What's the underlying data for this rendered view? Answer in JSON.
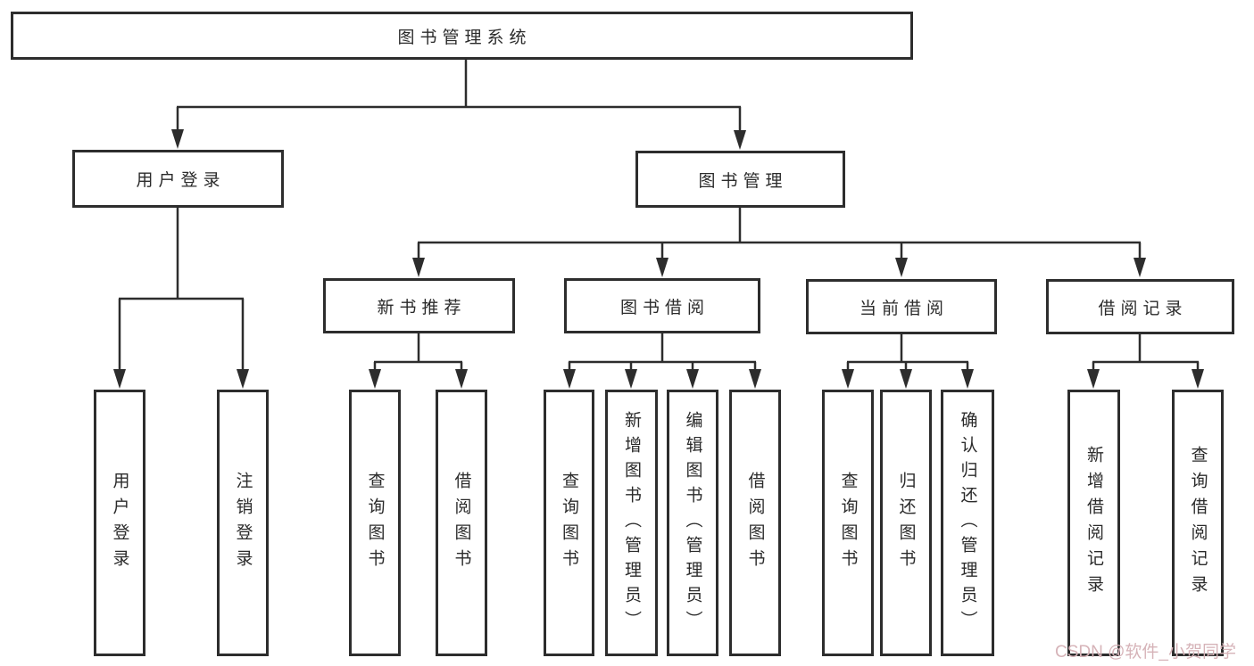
{
  "diagram": {
    "title_node": "图书管理系统",
    "nodes": {
      "user_login": "用户登录",
      "book_management": "图书管理",
      "new_book_recommend": "新书推荐",
      "book_borrowing": "图书借阅",
      "current_borrowing": "当前借阅",
      "borrowing_records": "借阅记录"
    },
    "leaves": {
      "login_user_login": "用户登录",
      "login_logout": "注销登录",
      "rec_query_books": "查询图书",
      "rec_borrow_books": "借阅图书",
      "borrow_query_books": "查询图书",
      "borrow_add_books_admin": "新增图书（管理员）",
      "borrow_edit_books_admin": "编辑图书（管理员）",
      "borrow_borrow_books": "借阅图书",
      "cur_query_books": "查询图书",
      "cur_return_books": "归还图书",
      "cur_confirm_return_admin": "确认归还（管理员）",
      "rec_add_borrow_record": "新增借阅记录",
      "rec_query_borrow_record": "查询借阅记录"
    }
  },
  "watermark": "CSDN @软件_小贺同学",
  "colors": {
    "line": "#2d2d2d",
    "box_border": "#2d2d2d",
    "text": "#2b2b2b",
    "watermark": "#d6b3b8",
    "background": "#ffffff"
  }
}
